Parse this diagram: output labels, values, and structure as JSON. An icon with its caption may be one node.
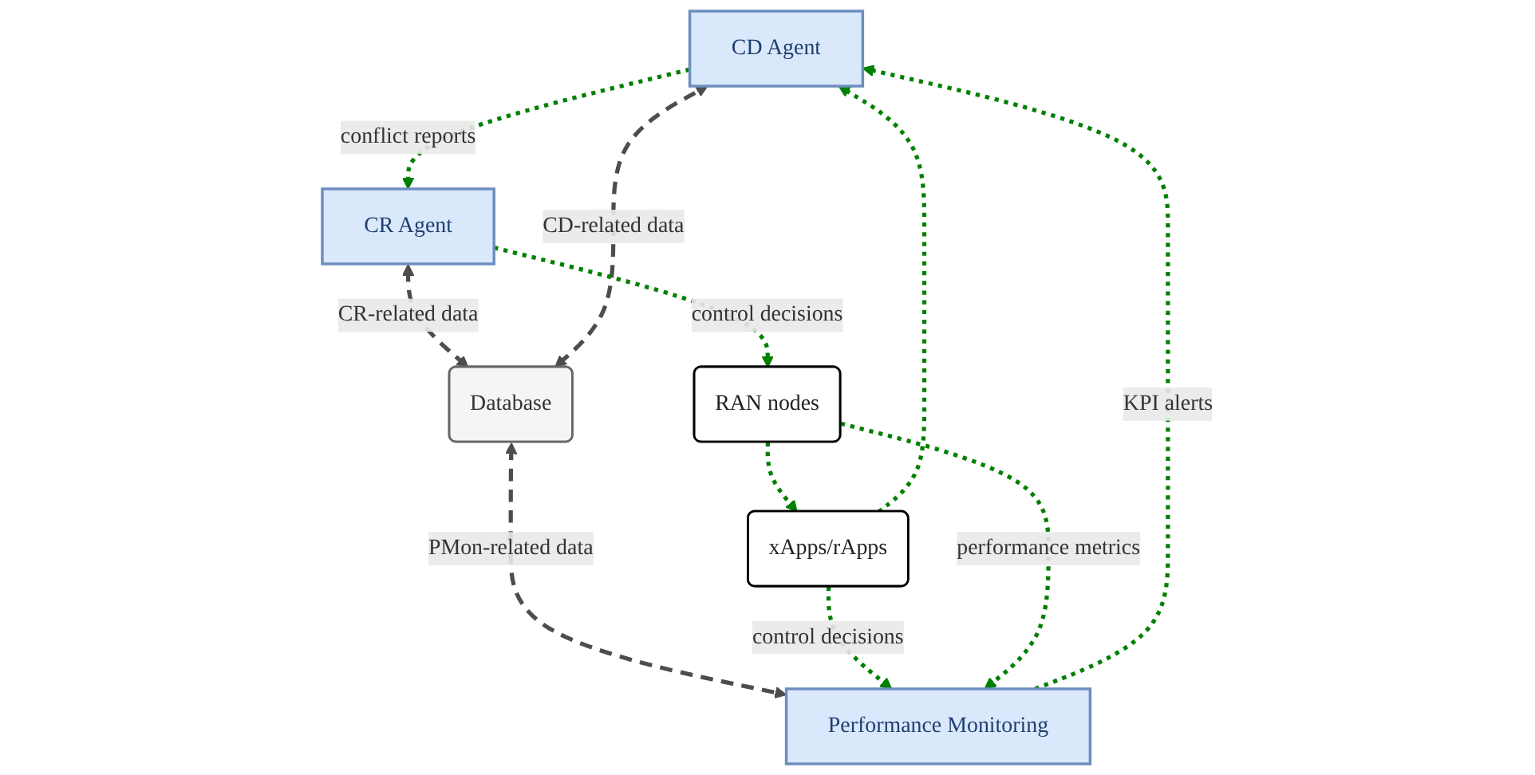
{
  "diagram": {
    "nodes": [
      {
        "text": [
          "CD Agent"
        ]
      },
      {
        "text": [
          "CR Agent"
        ]
      },
      {
        "text": [
          "Database"
        ]
      },
      {
        "text": [
          "Performance Monitoring"
        ]
      },
      {
        "text": [
          "xApps/rApps"
        ]
      },
      {
        "text": [
          "RAN nodes"
        ]
      }
    ],
    "edges": [
      {
        "from": 0,
        "to": 1,
        "arrow": "to",
        "label": "conflict reports",
        "style": "dashed"
      },
      {
        "from": 2,
        "to": 0,
        "arrow": "both",
        "label": "CD-related data",
        "style": "dashed",
        "color": "#4d4d4d"
      },
      {
        "from": 1,
        "to": 2,
        "arrow": "both",
        "label": "CR-related data",
        "style": "dashed",
        "color": "#4d4d4d"
      },
      {
        "from": 2,
        "to": 3,
        "arrow": "both",
        "label": "PMon-related data",
        "style": "dashed",
        "color": "#4d4d4d"
      },
      {
        "from": 3,
        "to": 0,
        "arrow": "to",
        "label": "KPI alerts",
        "style": "dashed"
      },
      {
        "from": 4,
        "to": 0,
        "arrow": "to",
        "style": "dashed"
      },
      {
        "from": 4,
        "to": 3,
        "arrow": "to",
        "label": "control decisions",
        "style": "dashed"
      },
      {
        "from": 1,
        "to": 5,
        "arrow": "to",
        "label": "control decisions",
        "style": "dashed"
      },
      {
        "from": 5,
        "to": 3,
        "arrow": "to",
        "label": "performance metrics",
        "style": "dashed"
      },
      {
        "from": 5,
        "to": 4,
        "arrow": "to",
        "style": "dashed"
      }
    ]
  }
}
